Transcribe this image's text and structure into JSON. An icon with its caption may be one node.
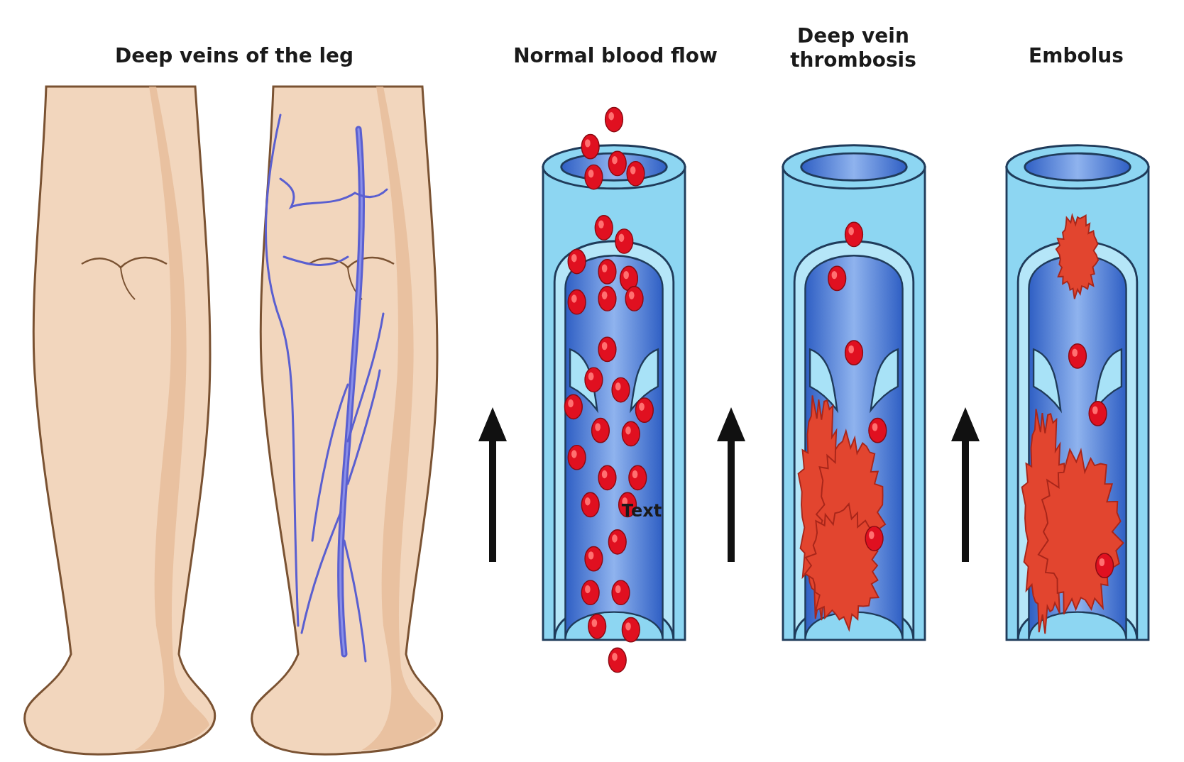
{
  "diagram": {
    "labels": [
      "Deep veins of the leg",
      "Normal blood flow",
      "Deep vein thrombosis",
      "Embolus",
      "Text"
    ]
  }
}
